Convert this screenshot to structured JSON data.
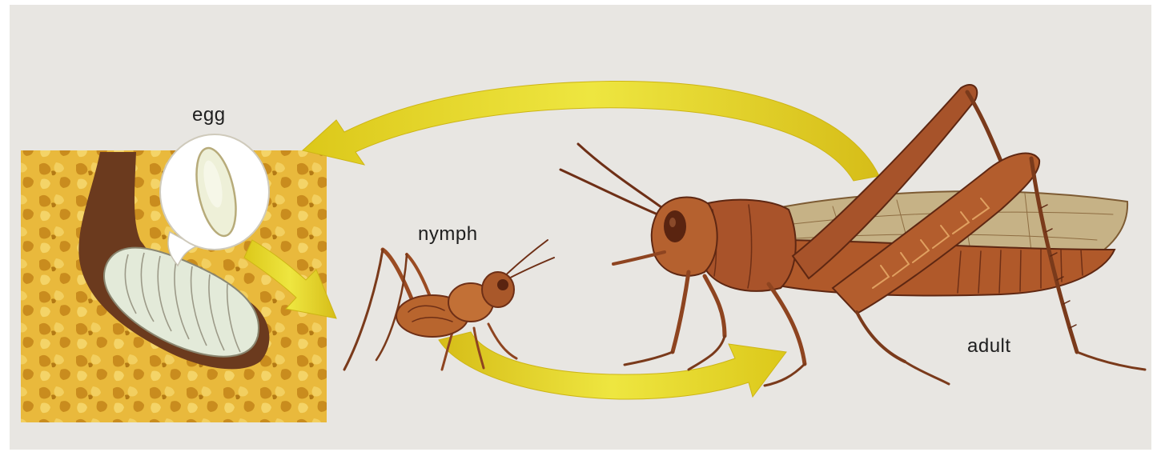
{
  "labels": {
    "egg": "egg",
    "nymph": "nymph",
    "adult": "adult"
  },
  "colors": {
    "background": "#e8e6e2",
    "arrow": "#e6dc1c",
    "arrow_light": "#f2ee9a",
    "soil": "#e8b63a",
    "soil_dark": "#c98d1f",
    "burrow": "#6b3a1e",
    "egg_pod": "#e3ead9",
    "insect_body": "#a5522a",
    "insect_dark": "#6e2f16",
    "wing": "#c8b489"
  },
  "icons": {
    "egg_stage": "egg-pod-illustration",
    "nymph_stage": "grasshopper-nymph-illustration",
    "adult_stage": "adult-grasshopper-illustration"
  }
}
